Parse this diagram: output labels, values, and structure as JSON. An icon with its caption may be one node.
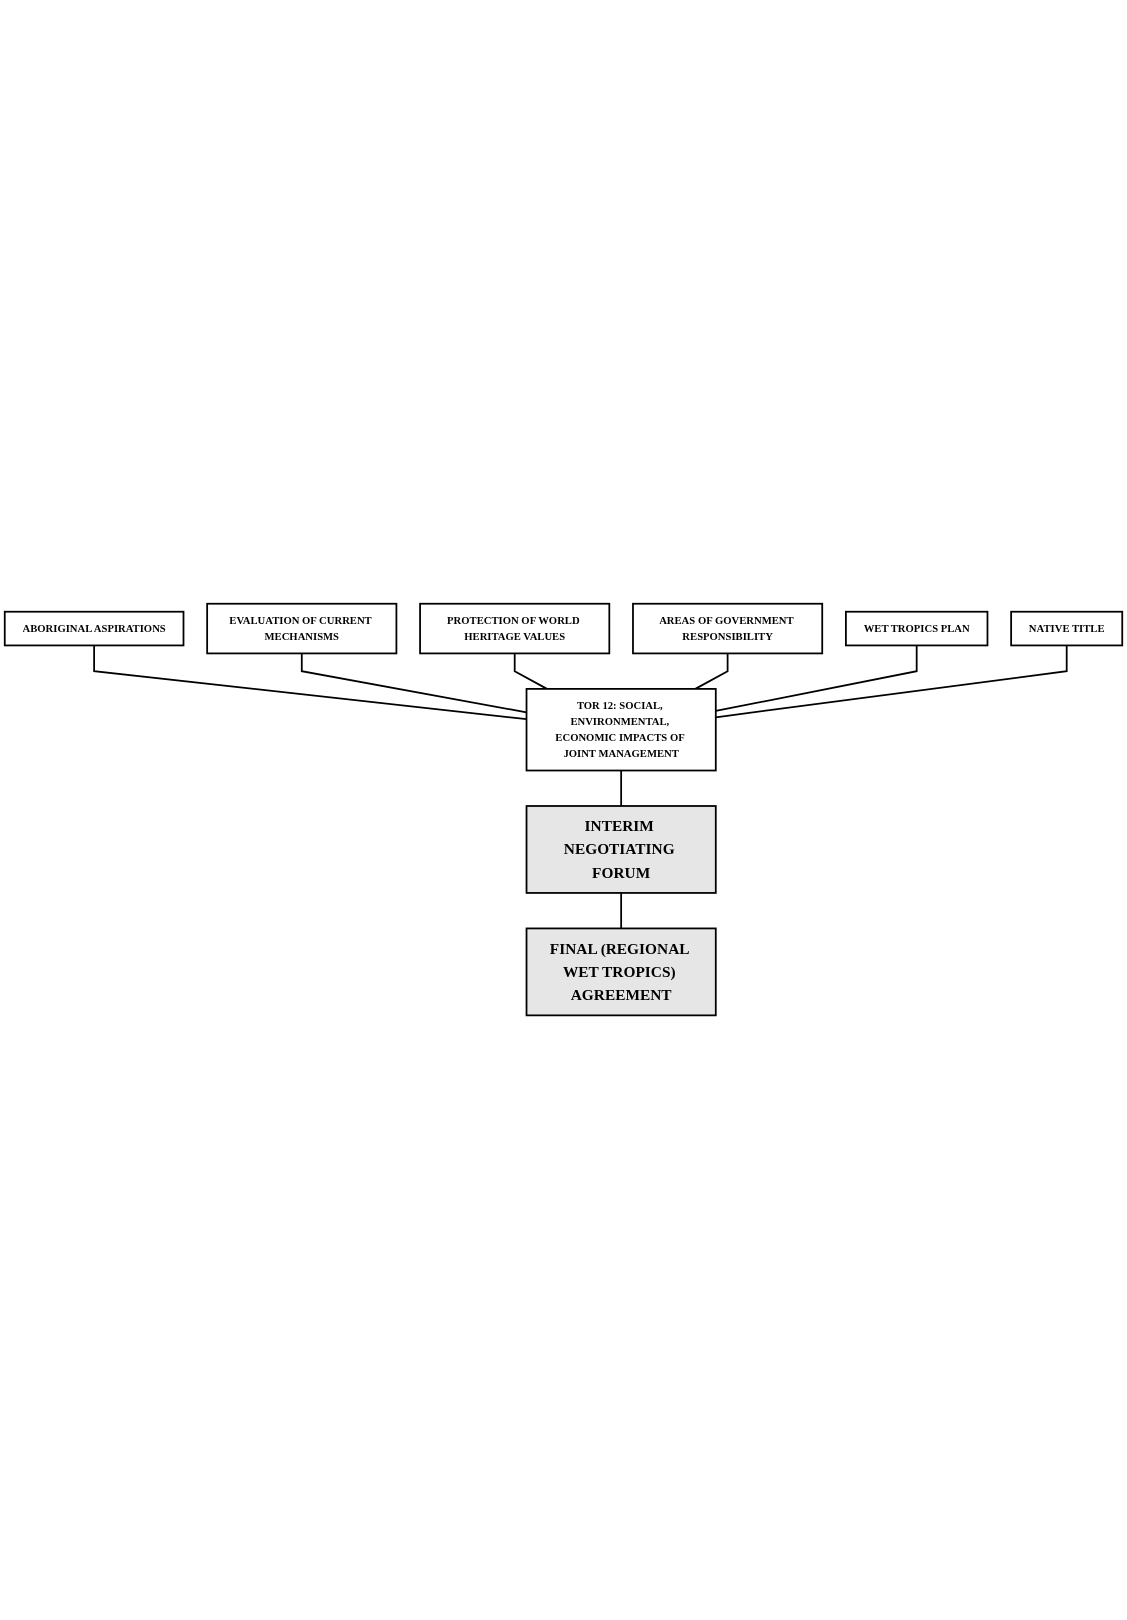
{
  "diagram": {
    "nodes": [
      {
        "text": [
          "ABORIGINAL ASPIRATIONS"
        ]
      },
      {
        "text": [
          "EVALUATION OF CURRENT MECHANISMS"
        ]
      },
      {
        "text": [
          "PROTECTION OF WORLD HERITAGE VALUES"
        ]
      },
      {
        "text": [
          "AREAS OF GOVERNMENT RESPONSIBILITY"
        ]
      },
      {
        "text": [
          "WET TROPICS PLAN"
        ]
      },
      {
        "text": [
          "NATIVE TITLE"
        ]
      },
      {
        "text": [
          "TOR 12: SOCIAL, ENVIRONMENTAL, ECONOMIC IMPACTS OF JOINT MANAGEMENT"
        ]
      },
      {
        "text": [
          "INTERIM NEGOTIATING FORUM"
        ]
      },
      {
        "text": [
          "FINAL (REGIONAL WET TROPICS) AGREEMENT"
        ]
      }
    ],
    "edges": [
      {
        "from": 0,
        "to": 6,
        "arrow": "none"
      },
      {
        "from": 1,
        "to": 6,
        "arrow": "none"
      },
      {
        "from": 2,
        "to": 6,
        "arrow": "none"
      },
      {
        "from": 3,
        "to": 6,
        "arrow": "none"
      },
      {
        "from": 4,
        "to": 6,
        "arrow": "none"
      },
      {
        "from": 5,
        "to": 6,
        "arrow": "none"
      },
      {
        "from": 6,
        "to": 7,
        "arrow": "none"
      },
      {
        "from": 7,
        "to": 8,
        "arrow": "none"
      }
    ]
  }
}
